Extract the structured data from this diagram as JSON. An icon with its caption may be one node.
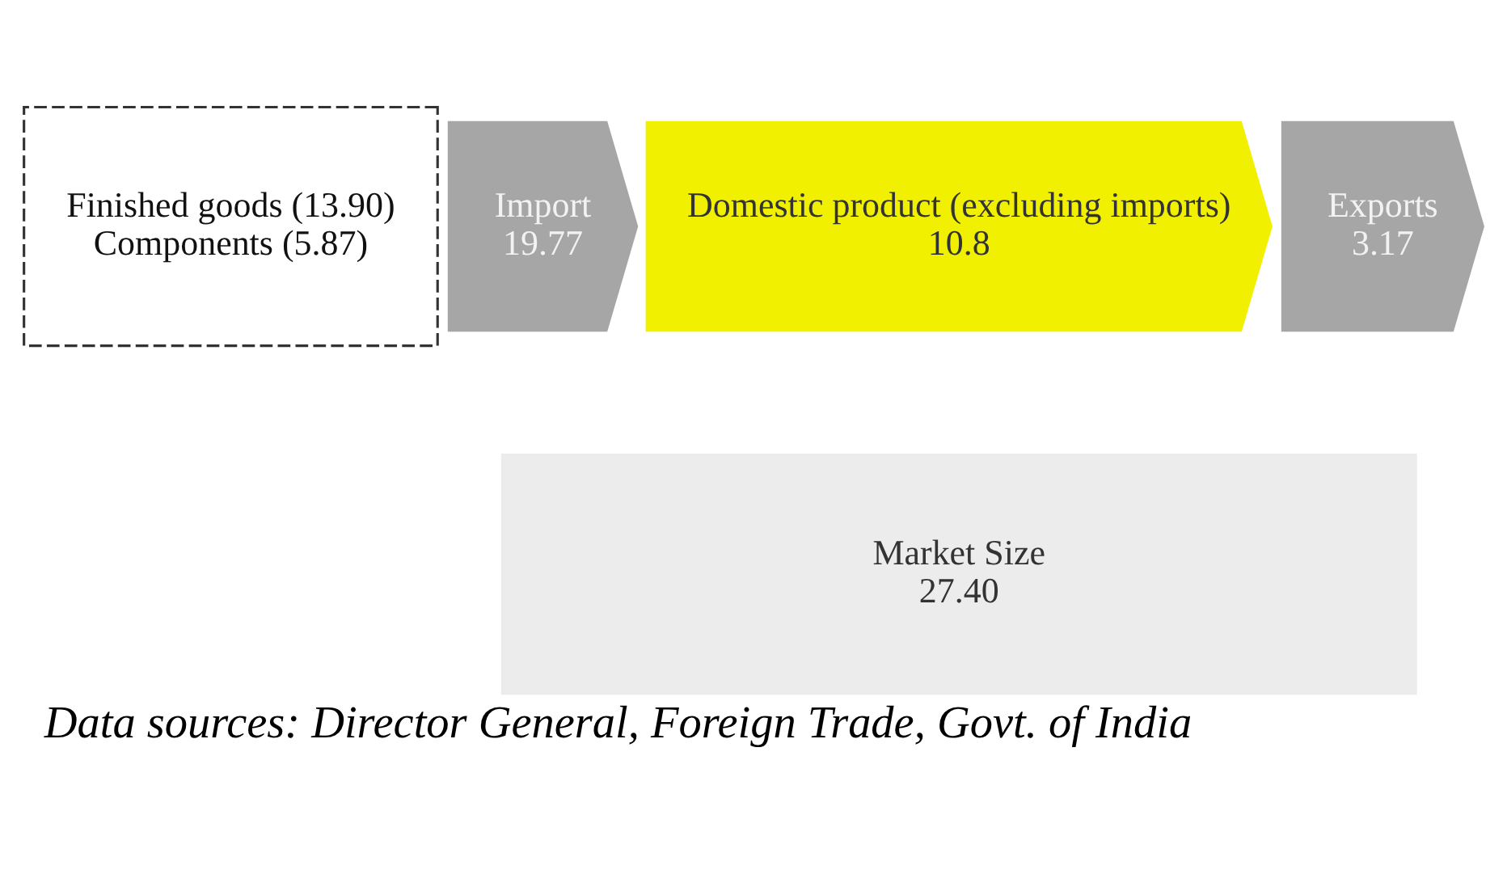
{
  "diagram": {
    "caption": "Data sources: Director General, Foreign Trade, Govt. of India",
    "nodes": [
      {
        "text": [
          "Finished goods (13.90)",
          "Components (5.87)"
        ]
      },
      {
        "text": [
          "Import",
          "19.77"
        ]
      },
      {
        "text": [
          "Domestic product (excluding imports)",
          "10.8"
        ]
      },
      {
        "text": [
          "Exports",
          "3.17"
        ]
      },
      {
        "text": [
          "Market Size",
          "27.40"
        ]
      }
    ]
  }
}
